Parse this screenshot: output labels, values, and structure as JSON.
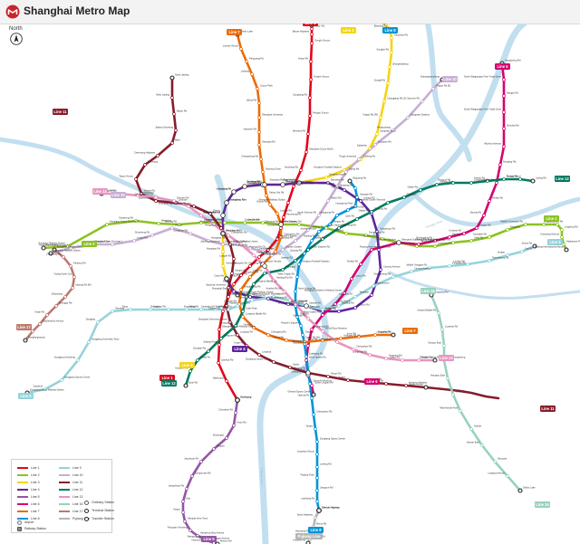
{
  "app": {
    "title": "Shanghai Metro Map",
    "north_label": "North",
    "brand_color": "#c9242b"
  },
  "colors": {
    "river": "#c2dff0",
    "river_text": "#9ab7cb",
    "station_fill": "#ffffff",
    "station_stroke": "#555555",
    "label": "#333333"
  },
  "lines": [
    {
      "id": "1",
      "label": "Line 1",
      "color": "#e3051b",
      "stations": [
        "Xinzhuang",
        "Waihuanlu",
        "Lianhua Rd",
        "Jinjiang Park",
        "Shanghai South Railway Station",
        "Caobao Rd",
        "Shanghai Indoor Stadium",
        "Xujiahui",
        "Hengshan Rd",
        "Changshu Rd",
        "South Shaanxi Rd",
        "Huangpi Rd (S)",
        "People's Square",
        "Xinzha Rd",
        "Hanzhong Rd",
        "Shanghai Railway Station",
        "Zhongshan Park",
        "Yanchang Rd",
        "Shanghai Circus World",
        "Wenshui Rd",
        "Pengpu Xincun",
        "Gongkang Rd",
        "Tonghe Xincun",
        "Hulan Rd",
        "Gongfu Xincun",
        "Baoan Highway",
        "Youyi Xilu",
        "Fujin Rd"
      ]
    },
    {
      "id": "2",
      "label": "Line 2",
      "color": "#8cc220",
      "stations": [
        "East Xujing",
        "Hongqiao Railway Station",
        "Hongqiao Airport Terminal 2",
        "Songhong Rd",
        "Beixinjing",
        "Weining Rd",
        "Loushanguan Rd",
        "Zhongshan Park",
        "Jiangsu Rd",
        "Jing'an Temple",
        "West Nanjing Rd",
        "People's Square",
        "East Nanjing Rd",
        "Lujiazui",
        "Dongchang Rd",
        "Century Avenue",
        "Shanghai Science & Technology Museum",
        "Century Park",
        "Longyang Rd",
        "Zhangjiang High Technology Park",
        "Jinke Rd",
        "Guanglan Rd",
        "Tangzhen",
        "Middle Chuangxin Rd",
        "East Huaxia Rd",
        "Chuansha",
        "Lingkong Rd",
        "Yuandong Avenue",
        "Haitiansan Rd",
        "Pudong International Airport"
      ]
    },
    {
      "id": "3",
      "label": "Line 3",
      "color": "#f5d40f",
      "stations": [
        "Shanghai South Railway Station",
        "Caoxi Rd",
        "Yishan Rd",
        "Hongqiao Rd",
        "West Yan'an Rd",
        "Zhongshan Park",
        "Jinshajiang Rd",
        "Caoyang Rd",
        "Zhenping Rd",
        "Zhongtan Rd",
        "Shanghai Railway Station",
        "Baoshan Rd",
        "Dongbaoxing Rd",
        "Hongkou Football Stadium",
        "Chifeng Rd",
        "Dabaishu",
        "Jiangwan Town",
        "Yingao Rd (W)",
        "Changjiang Rd (S)",
        "Songfa Rd",
        "Zhanghuabang",
        "Songbin Rd",
        "Shuichan Rd",
        "Baoyang Rd",
        "Youyi Rd",
        "Tieli Rd",
        "North Jiangyang Rd"
      ]
    },
    {
      "id": "4",
      "label": "Line 4",
      "color": "#5f259f",
      "stations": [
        "Yishan Rd",
        "Shanghai Stadium",
        "Shanghai Indoor Stadium",
        "Dong'an Rd",
        "West Gaoke Rd",
        "South Xizang Rd",
        "Luban Rd",
        "Pudian Rd",
        "Lancun Rd",
        "Tangqiao",
        "Century Avenue",
        "Pudong Avenue",
        "Yangshupu Rd",
        "Dalian Rd",
        "Linping Rd",
        "Hailun Rd",
        "Baoshan Rd",
        "Shanghai Railway Station",
        "Zhongtan Rd",
        "Zhenping Rd",
        "Caoyang Rd",
        "Jinshajiang Rd",
        "Zhongshan Park",
        "West Yan'an Rd",
        "Hongqiao Rd"
      ]
    },
    {
      "id": "5",
      "label": "Line 5",
      "color": "#9455a4",
      "stations": [
        "Xinzhuang",
        "Chunshen Rd",
        "Yindu Rd",
        "Zhuanqiao",
        "Beiqiao",
        "Jianchuan Rd",
        "Dongchuan Rd",
        "Jiangchuan Rd",
        "Xidu",
        "Xiaoyu",
        "Nanqiao New Town",
        "Fengxian Xincheng",
        "Hangzhou Bay Avenue",
        "Wangyuan Rd",
        "Fengpu Avenue",
        "Huancheng Rd (E)",
        "Minzhu Rd"
      ]
    },
    {
      "id": "6",
      "label": "Line 6",
      "color": "#d6006f",
      "stations": [
        "Gangcheng Rd",
        "North Waigaoqiao Free Trade Zone",
        "Hangjin Rd",
        "South Waigaoqiao Free Trade Zone",
        "Zhouhai Rd",
        "Wuzhou Avenue",
        "Dongjing Rd",
        "Jufeng Rd",
        "Wulian Rd",
        "Boxing Rd",
        "Jinqiao Rd",
        "Yunshan Rd",
        "Deping Rd",
        "Beiyangjing Rd",
        "Minsheng Rd",
        "Yuanshen Stadium",
        "Century Avenue",
        "Pudian Rd",
        "Lancun Rd",
        "Shanghai Children's Medical Center",
        "Linyi Xincun",
        "West Gaoke Rd",
        "Dongming Rd",
        "Gaoqing Rd",
        "West Huaxia Rd",
        "Shangnan Rd",
        "South Lingyan Rd",
        "Oriental Sports Center"
      ]
    },
    {
      "id": "7",
      "label": "Line 7",
      "color": "#ed6b06",
      "stations": [
        "Meilan Lake",
        "Luonan Xincun",
        "Panguang Rd",
        "Liuhang",
        "Gucun Park",
        "Qihua Rd",
        "Shanghai University",
        "Nanchen Rd",
        "Shangda Rd",
        "Changzhong Rd",
        "Dachang Town",
        "Xingzhi Rd",
        "Dahua 3rd Rd",
        "Xincun Rd",
        "Langao Rd",
        "Zhenping Rd",
        "Changshou Rd",
        "Changping Rd",
        "Jing'an Temple",
        "Changshu Rd",
        "Zhaojiabang Rd",
        "Dong'an Rd",
        "Longhua Middle Rd",
        "Houtan",
        "Changqing Rd",
        "Yaohua Rd",
        "Yuntai Rd",
        "Gaoke Rd (W)",
        "Yanggao Rd (S)",
        "Jinxiu Rd",
        "Fangdian Rd",
        "Longyang Rd",
        "Huamu Rd"
      ]
    },
    {
      "id": "8",
      "label": "Line 8",
      "color": "#0094d8",
      "stations": [
        "Shiguang Rd",
        "Nenjiang Rd",
        "Xiangyin Rd",
        "Huangxing Park",
        "Yanji Rd (M)",
        "Huangxing Rd",
        "Jiangpu Rd",
        "Anshan Xincun",
        "Siping Rd",
        "Quyang Rd",
        "Hongkou Football Stadium",
        "West Yingao Rd",
        "North Xizang Rd",
        "Zhongxing Rd",
        "Qufu Rd",
        "People's Square",
        "Dashijie",
        "Laoximen",
        "Lujiabang Rd",
        "South Xizang Rd",
        "China Art Museum",
        "Yaohua Rd",
        "Chengshan Rd",
        "Yangsi",
        "Dongfang Sports Center",
        "Lingzhao Xincun",
        "Luheng Rd",
        "Pujiang Town",
        "Jiangyue Rd",
        "Lianhang Rd",
        "Shendu Highway"
      ]
    },
    {
      "id": "9",
      "label": "Line 9",
      "color": "#95d3db",
      "stations": [
        "Songjiang South Railway Station",
        "Zuibaichi",
        "Songjiang Sports Center",
        "Songjiang Xincheng",
        "Songjiang University Town",
        "Dongjing",
        "Sheshan",
        "Sijing",
        "Jiuting",
        "Zhongchun Rd",
        "Qibao",
        "Xingzhong Rd",
        "Hechuan Rd",
        "Caohejing Hi-Tech Park",
        "Guilin Rd",
        "Yishan Rd",
        "Xujiahui",
        "Zhaojiabang Rd",
        "Jiashan Rd",
        "Dapuqiao",
        "Madang Rd",
        "Lujiabang Rd",
        "Xiaonanmen",
        "Shangcheng Rd",
        "Century Avenue",
        "Middle Yanggao Rd",
        "Fangdian Rd",
        "Lantian Rd",
        "Taierzhuang Rd",
        "Jinqiao",
        "Jinji Rd",
        "Jinyun Rd",
        "Caolu"
      ]
    },
    {
      "id": "10",
      "label": "Line 10",
      "color": "#c7afd3",
      "stations": [
        "Hongqiao Railway Station",
        "Hongqiao Airport Terminal 2",
        "Hongqiao Airport Terminal 1",
        "Shanghai Zoo",
        "Longxi Rd",
        "Shuicheng Rd",
        "Yili Rd",
        "Songyuan Rd",
        "Hongqiao Rd",
        "Jiaotong University",
        "Shanghai Library",
        "South Shaanxi Rd",
        "Xintiandi",
        "Laoximen",
        "Yuyuan Garden",
        "East Nanjing Rd",
        "Tiantong Rd",
        "North Sichuan Rd",
        "Hailun Rd",
        "Youdian Xincun",
        "Siping Rd",
        "Tongji University",
        "Guoquan Rd",
        "Wujiaochang",
        "Jiangwan Stadium",
        "Sanmen Rd",
        "Yingao Rd (E)",
        "Xinjiangwancheng"
      ]
    },
    {
      "id": "11",
      "label": "Line 11",
      "color": "#871c2b",
      "stations": [
        "North Jiading",
        "West Jiading",
        "Baiyin Rd",
        "Jiading Xincheng",
        "Malu",
        "Chenxiang Highway",
        "Nanxiang",
        "Taopu Xincun",
        "Wuwei Rd",
        "Qilianshan Rd",
        "Liziyuan",
        "Shanghai West Railway Station",
        "Zhenru",
        "Fengqiao Rd",
        "Caoyang Rd",
        "Longde Rd",
        "Jiangsu Rd",
        "Jiaotong University",
        "Xujiahui",
        "Shanghai Swimming Center",
        "Longyao Rd",
        "Yunjin Rd",
        "Longhua",
        "Dongfang Sports Center",
        "Sanlin",
        "Sanlin East",
        "Pusan Rd",
        "Yuqiao",
        "Luoshan Rd",
        "Xiuyan Rd",
        "Kangxin Highway",
        "Disney Resort"
      ]
    },
    {
      "id": "12",
      "label": "Line 12",
      "color": "#007a5e",
      "stations": [
        "Qixin Rd",
        "Hongxin Rd",
        "Gudai Rd",
        "Donglan Rd",
        "Hongmei Rd",
        "Hongcao Rd",
        "Guilin Park",
        "Caobao Rd",
        "Longhua Middle Rd",
        "Longhua",
        "Dapuqiao",
        "Jiashan Rd",
        "South Shaanxi Rd",
        "Nanjing Rd (W)",
        "Hanzhong Rd",
        "Qufu Rd",
        "Tiantong Rd",
        "International Cruise Terminal",
        "Tilanqiao",
        "Dalian Rd",
        "Jiangpu Park",
        "Ningguo Rd",
        "Longchang Rd",
        "Aishan Rd",
        "Fuxing Island",
        "Donglu Rd",
        "Jufeng Rd",
        "Jinjing Rd",
        "Shenjiang Rd",
        "Jinhai Rd"
      ]
    },
    {
      "id": "13",
      "label": "Line 13",
      "color": "#e895c0",
      "stations": [
        "Jinyun Rd",
        "Jinshajiang Rd (W)",
        "Fengzhuang",
        "Qilianshan Rd (S)",
        "Zhenbei Rd",
        "Jinshajiang Rd",
        "Longde Rd",
        "Wuning Rd",
        "Changshou Rd",
        "Jiangning Rd",
        "Hanzhong Rd",
        "Zhenping Rd",
        "Nanjing Rd (W)",
        "Huaihai Rd (M)",
        "Xintiandi",
        "Madang Rd",
        "World Expo Museum",
        "Changqing Rd",
        "Chengshan Rd",
        "Dongming Rd",
        "Huapeng Rd",
        "Lianxi Rd",
        "Middle Huaxia Rd",
        "Zhongke Rd",
        "Xuelin Rd",
        "Zhangjiang Rd"
      ]
    },
    {
      "id": "16",
      "label": "Line 16",
      "color": "#98d1c0",
      "stations": [
        "Longyang Rd",
        "Huaxia Middle Rd",
        "Luoshan Rd",
        "Zhoupu East",
        "Heshahangcheng",
        "Hangtou East",
        "Xinchang",
        "Wild Animal Park",
        "Huinan",
        "Huinan East",
        "Shuyuan",
        "Lingang Avenue",
        "Dishui Lake"
      ]
    },
    {
      "id": "17",
      "label": "Line 17",
      "color": "#bc796e",
      "stations": [
        "Hongqiao Railway Station",
        "Zhuguang Rd",
        "Panlong Rd",
        "Xujing North City",
        "Jiasong Rd (M)",
        "Zhaoxiang",
        "Zhonggu Rd",
        "Huijin Rd",
        "Dianshanhu Avenue",
        "Zhujiajiao",
        "Dongfangluyuan"
      ]
    },
    {
      "id": "PJ",
      "label": "Pujiang Line",
      "color": "#b5b5b6",
      "stations": [
        "Shendu Highway",
        "Sanlu Highway",
        "Minrui Rd",
        "Haoxiang Rd",
        "Chenhui Rd",
        "Huizhen Rd"
      ]
    }
  ],
  "legend": {
    "items": [
      {
        "label": "Line 1",
        "color": "#e3051b"
      },
      {
        "label": "Line 2",
        "color": "#8cc220"
      },
      {
        "label": "Line 3",
        "color": "#f5d40f"
      },
      {
        "label": "Line 4",
        "color": "#5f259f"
      },
      {
        "label": "Line 5",
        "color": "#9455a4"
      },
      {
        "label": "Line 6",
        "color": "#d6006f"
      },
      {
        "label": "Line 7",
        "color": "#ed6b06"
      },
      {
        "label": "Line 8",
        "color": "#0094d8"
      },
      {
        "label": "Line 9",
        "color": "#95d3db"
      },
      {
        "label": "Line 10",
        "color": "#c7afd3"
      },
      {
        "label": "Line 11",
        "color": "#871c2b"
      },
      {
        "label": "Line 12",
        "color": "#007a5e"
      },
      {
        "label": "Line 13",
        "color": "#e895c0"
      },
      {
        "label": "Line 16",
        "color": "#98d1c0"
      },
      {
        "label": "Line 17",
        "color": "#bc796e"
      },
      {
        "label": "Pujiang Line",
        "color": "#b5b5b6"
      }
    ],
    "symbols": [
      {
        "label": "Ordinary Station",
        "kind": "station"
      },
      {
        "label": "Terminal Station",
        "kind": "terminal"
      },
      {
        "label": "Transfer Station",
        "kind": "transfer"
      },
      {
        "label": "Airport",
        "kind": "airport"
      },
      {
        "label": "Railway Station",
        "kind": "railway"
      }
    ]
  },
  "river_labels": [
    "Huangpu River",
    "Huangpu River"
  ]
}
